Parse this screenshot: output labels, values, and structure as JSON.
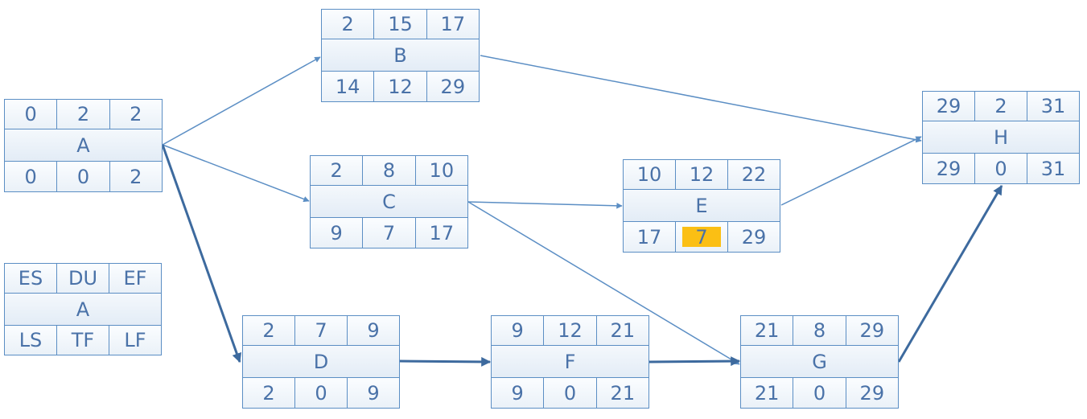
{
  "legend": {
    "es": "ES",
    "du": "DU",
    "ef": "EF",
    "name": "A",
    "ls": "LS",
    "tf": "TF",
    "lf": "LF"
  },
  "nodes": {
    "A": {
      "es": "0",
      "du": "2",
      "ef": "2",
      "name": "A",
      "ls": "0",
      "tf": "0",
      "lf": "2"
    },
    "B": {
      "es": "2",
      "du": "15",
      "ef": "17",
      "name": "B",
      "ls": "14",
      "tf": "12",
      "lf": "29"
    },
    "C": {
      "es": "2",
      "du": "8",
      "ef": "10",
      "name": "C",
      "ls": "9",
      "tf": "7",
      "lf": "17"
    },
    "D": {
      "es": "2",
      "du": "7",
      "ef": "9",
      "name": "D",
      "ls": "2",
      "tf": "0",
      "lf": "9"
    },
    "E": {
      "es": "10",
      "du": "12",
      "ef": "22",
      "name": "E",
      "ls": "17",
      "tf": "7",
      "lf": "29"
    },
    "F": {
      "es": "9",
      "du": "12",
      "ef": "21",
      "name": "F",
      "ls": "9",
      "tf": "0",
      "lf": "21"
    },
    "G": {
      "es": "21",
      "du": "8",
      "ef": "29",
      "name": "G",
      "ls": "21",
      "tf": "0",
      "lf": "29"
    },
    "H": {
      "es": "29",
      "du": "2",
      "ef": "31",
      "name": "H",
      "ls": "29",
      "tf": "0",
      "lf": "31"
    }
  },
  "edges": [
    {
      "from": "A",
      "to": "B",
      "critical": false
    },
    {
      "from": "A",
      "to": "C",
      "critical": false
    },
    {
      "from": "A",
      "to": "D",
      "critical": true
    },
    {
      "from": "B",
      "to": "H",
      "critical": false
    },
    {
      "from": "C",
      "to": "E",
      "critical": false
    },
    {
      "from": "C",
      "to": "G",
      "critical": false
    },
    {
      "from": "D",
      "to": "F",
      "critical": true
    },
    {
      "from": "F",
      "to": "G",
      "critical": true
    },
    {
      "from": "E",
      "to": "H",
      "critical": false
    },
    {
      "from": "G",
      "to": "H",
      "critical": true
    }
  ],
  "colors": {
    "line": "#5b8ec4",
    "critical": "#3d6a9e",
    "highlight": "#fbbf14"
  },
  "highlight_cell": "E.tf"
}
